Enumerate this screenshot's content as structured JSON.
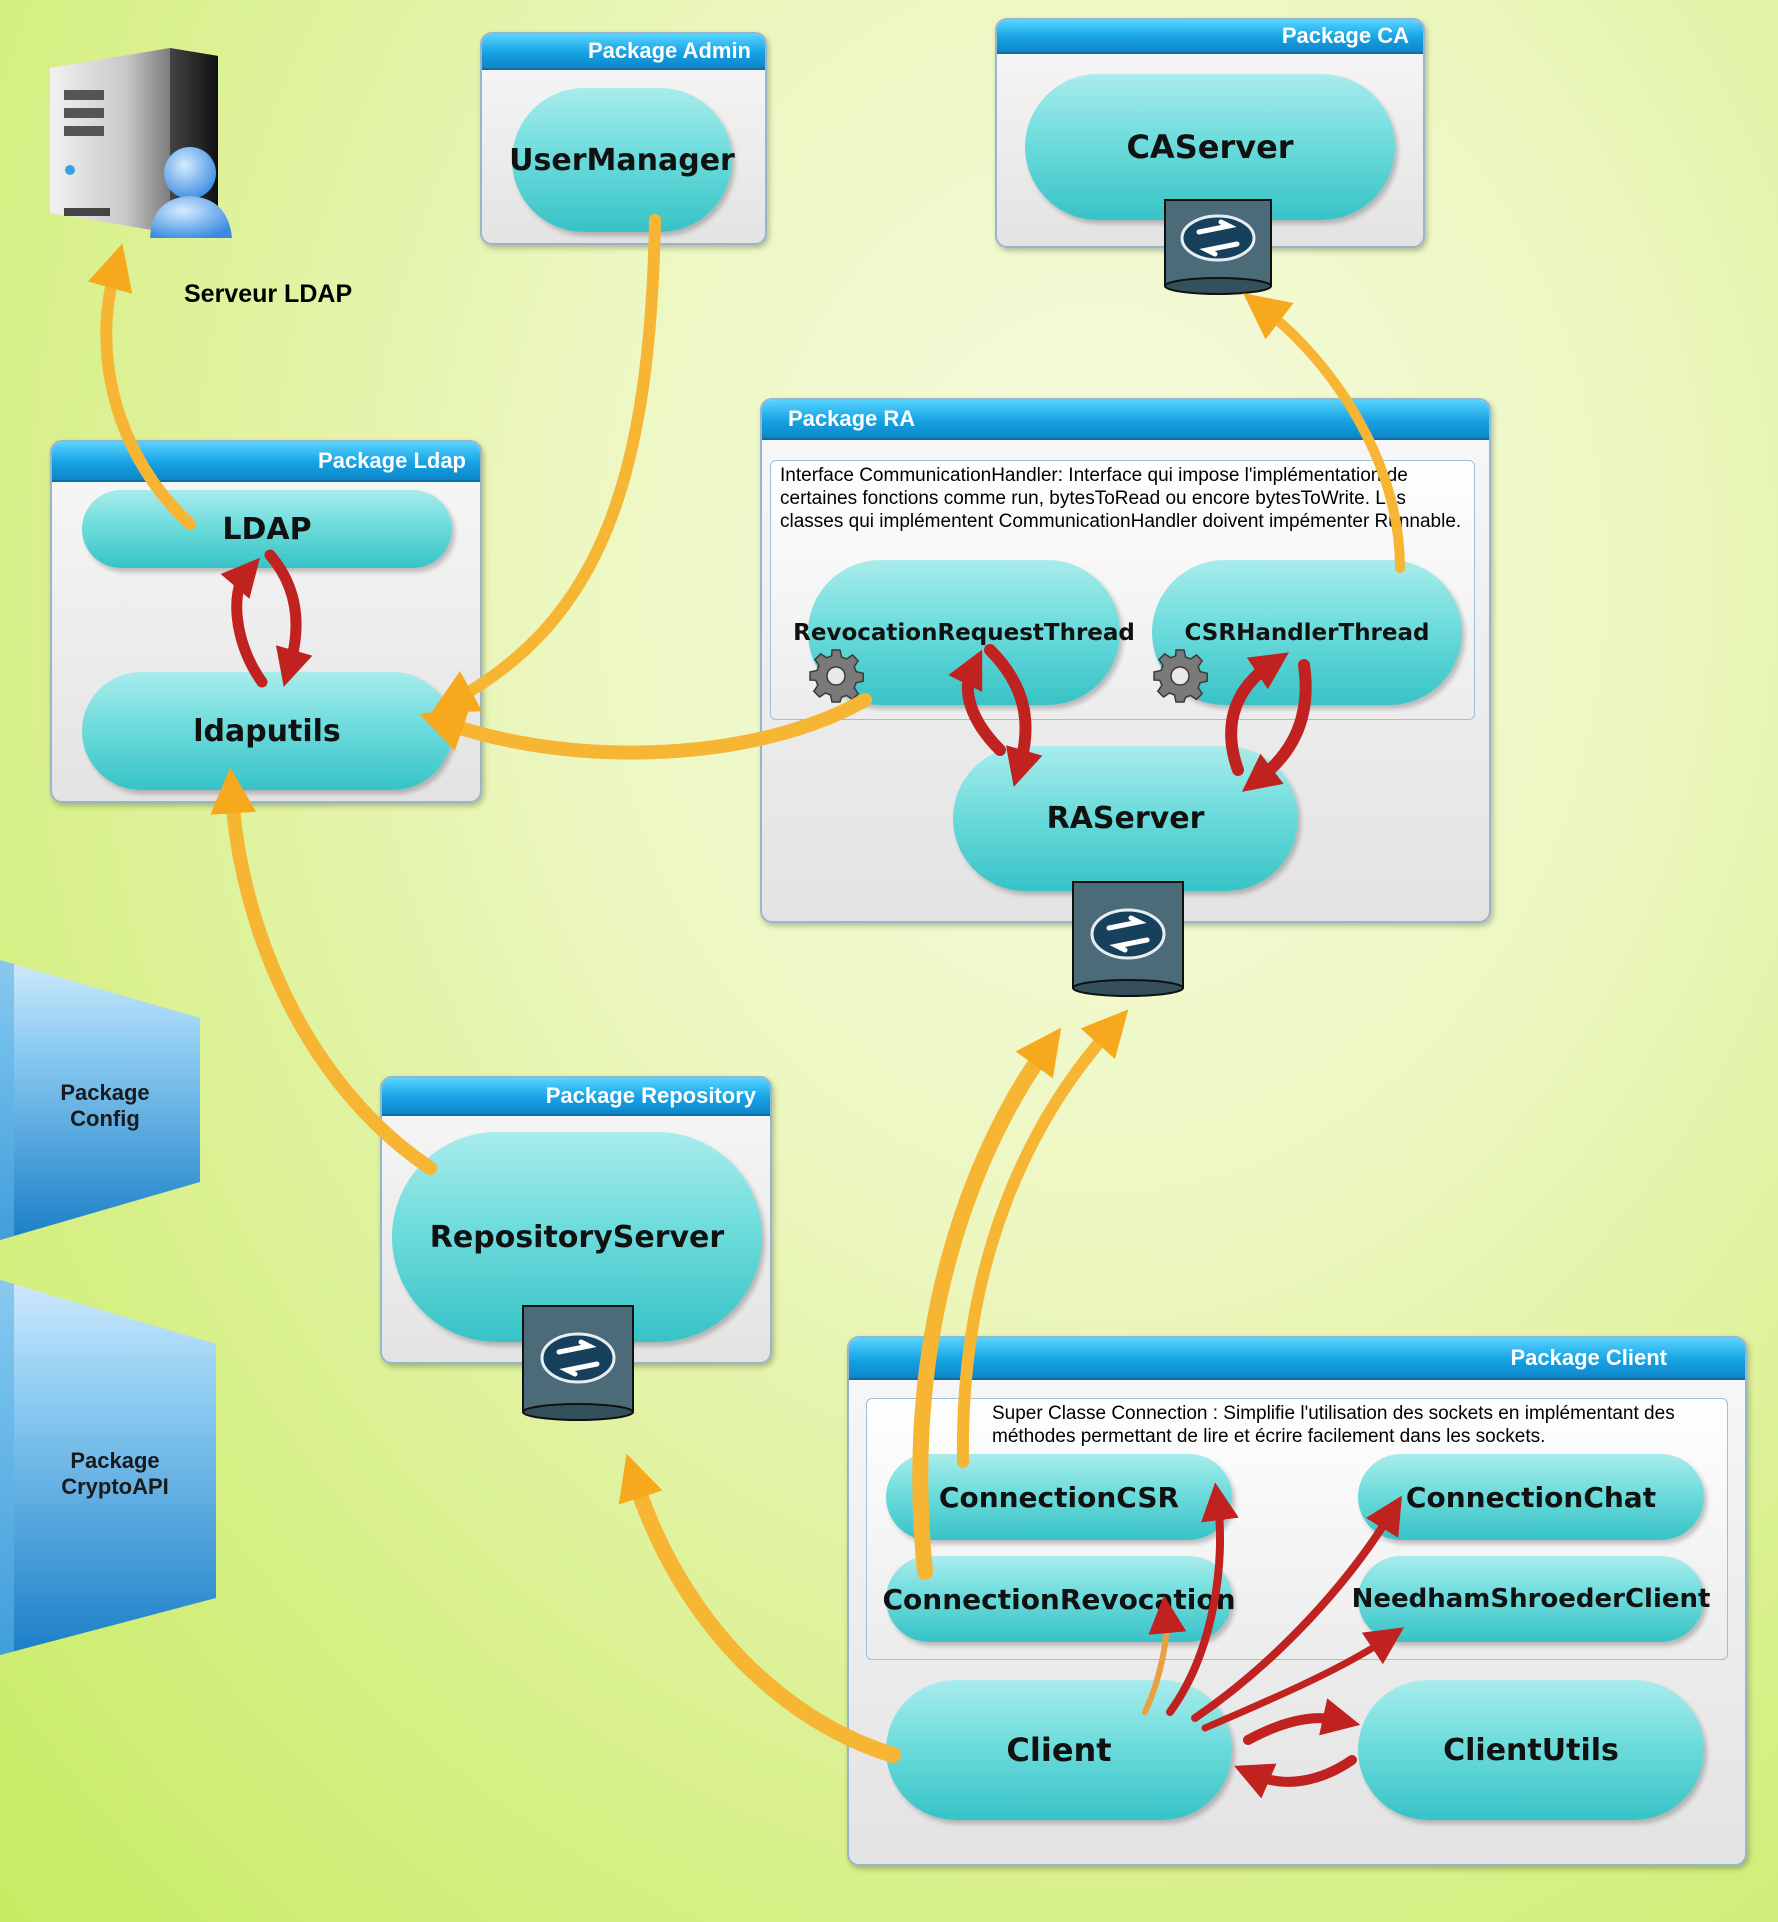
{
  "ldap_server": {
    "label": "Serveur LDAP",
    "icon": "server-user-icon"
  },
  "packages": {
    "admin": {
      "title": "Package Admin",
      "classes": [
        "UserManager"
      ]
    },
    "ca": {
      "title": "Package CA",
      "classes": [
        "CAServer"
      ]
    },
    "ldap": {
      "title": "Package Ldap",
      "classes": [
        "LDAP",
        "ldaputils"
      ]
    },
    "ra": {
      "title": "Package RA",
      "note": "Interface CommunicationHandler: Interface qui impose l'implémentation de certaines fonctions comme run, bytesToRead ou encore bytesToWrite. Les classes qui implémentent CommunicationHandler doivent impémenter Runnable.",
      "classes": [
        "RevocationRequestThread",
        "CSRHandlerThread",
        "RAServer"
      ]
    },
    "repository": {
      "title": "Package Repository",
      "classes": [
        "RepositoryServer"
      ]
    },
    "client": {
      "title": "Package Client",
      "note": "Super Classe Connection : Simplifie l'utilisation des sockets en implémentant des méthodes permettant de lire et écrire facilement dans les sockets.",
      "classes": [
        "ConnectionCSR",
        "ConnectionChat",
        "ConnectionRevocation",
        "NeedhamShroederClient",
        "Client",
        "ClientUtils"
      ]
    },
    "config": {
      "title": "Package Config"
    },
    "cryptoapi": {
      "title": "Package CryptoAPI"
    }
  },
  "icons": {
    "socket": "socket-cylinder-icon",
    "thread": "gear-icon"
  },
  "colors": {
    "dependency_arrow": "#f7a91e",
    "bidirectional_arrow": "#c0231f",
    "header": "#16a2e4",
    "class_fill": "#6fdcdc"
  }
}
